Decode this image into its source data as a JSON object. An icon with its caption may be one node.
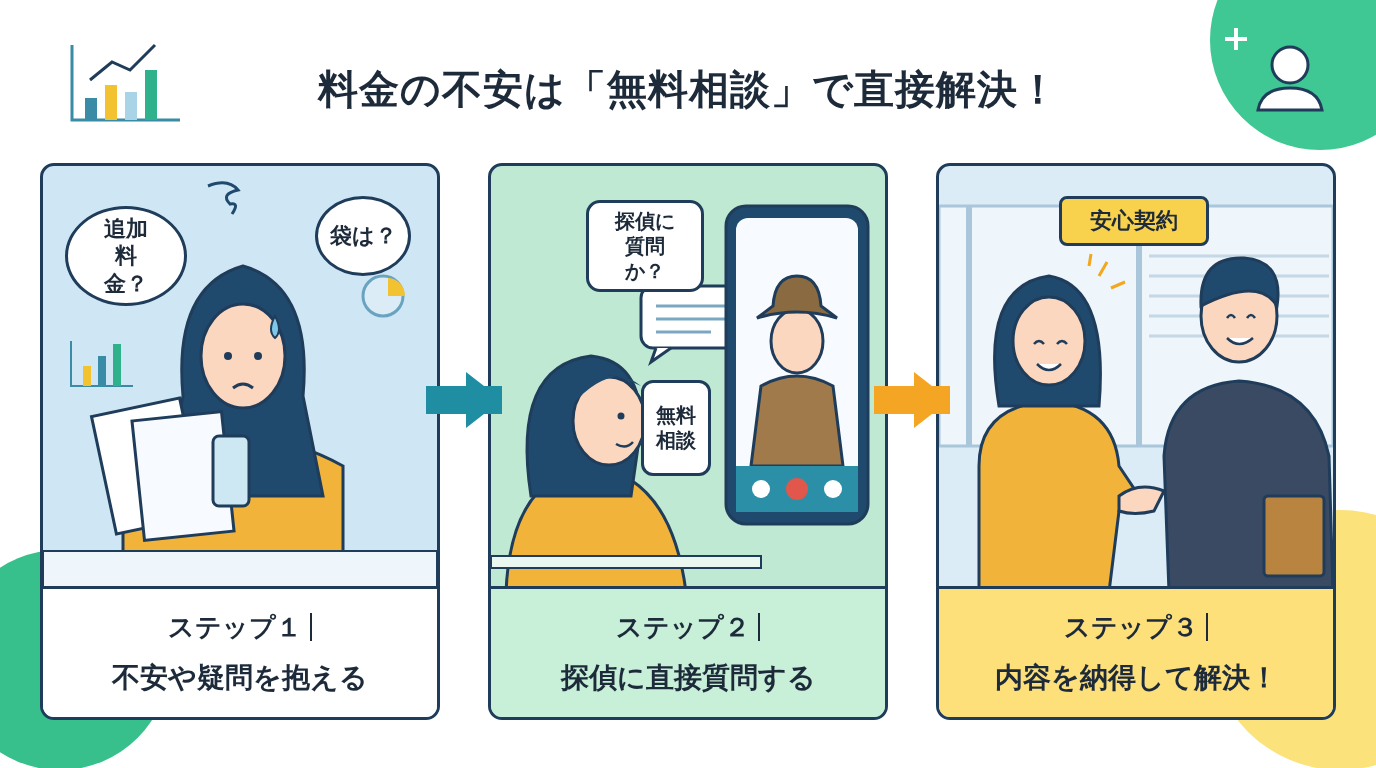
{
  "diagram": {
    "title": "料金の不安は「無料相談」で直接解決！",
    "nodes": [
      {
        "text": [
          "ステップ１",
          "不安や疑問を抱える"
        ]
      },
      {
        "text": [
          "追加料金？"
        ],
        "in": 0
      },
      {
        "text": [
          "袋は？"
        ],
        "in": 0
      },
      {
        "text": [
          "ステップ２",
          "探偵に直接質問する"
        ]
      },
      {
        "text": [
          "探偵に質問か？"
        ],
        "in": 3
      },
      {
        "text": [
          "無料相談"
        ],
        "in": 3
      },
      {
        "text": [
          "ステップ３",
          "内容を納得して解決！"
        ]
      },
      {
        "text": [
          "安心契約"
        ],
        "in": 6
      }
    ],
    "edges": [
      {
        "from": 0,
        "to": 3,
        "arrow": "to",
        "color": "#1f8ea3"
      },
      {
        "from": 3,
        "to": 6,
        "arrow": "to",
        "color": "#f5a524"
      }
    ]
  }
}
